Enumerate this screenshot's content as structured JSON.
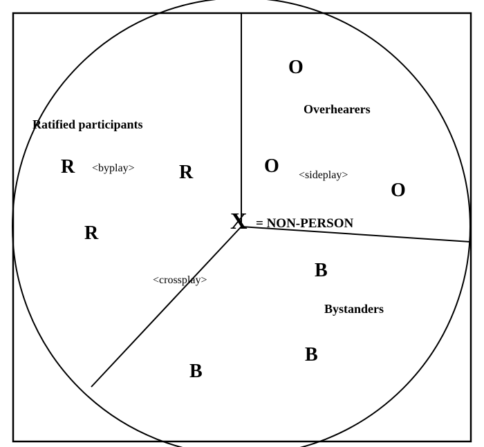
{
  "center": {
    "symbol": "X",
    "label": "= NON-PERSON"
  },
  "groups": {
    "ratified": {
      "label": "Ratified participants",
      "letter": "R",
      "interaction": "<byplay>"
    },
    "overhearers": {
      "label": "Overhearers",
      "letter": "O",
      "interaction": "<sideplay>"
    },
    "bystanders": {
      "label": "Bystanders",
      "letter": "B"
    }
  },
  "cross_interaction": "<crossplay>",
  "colors": {
    "ink": "#000000",
    "background": "#ffffff"
  }
}
